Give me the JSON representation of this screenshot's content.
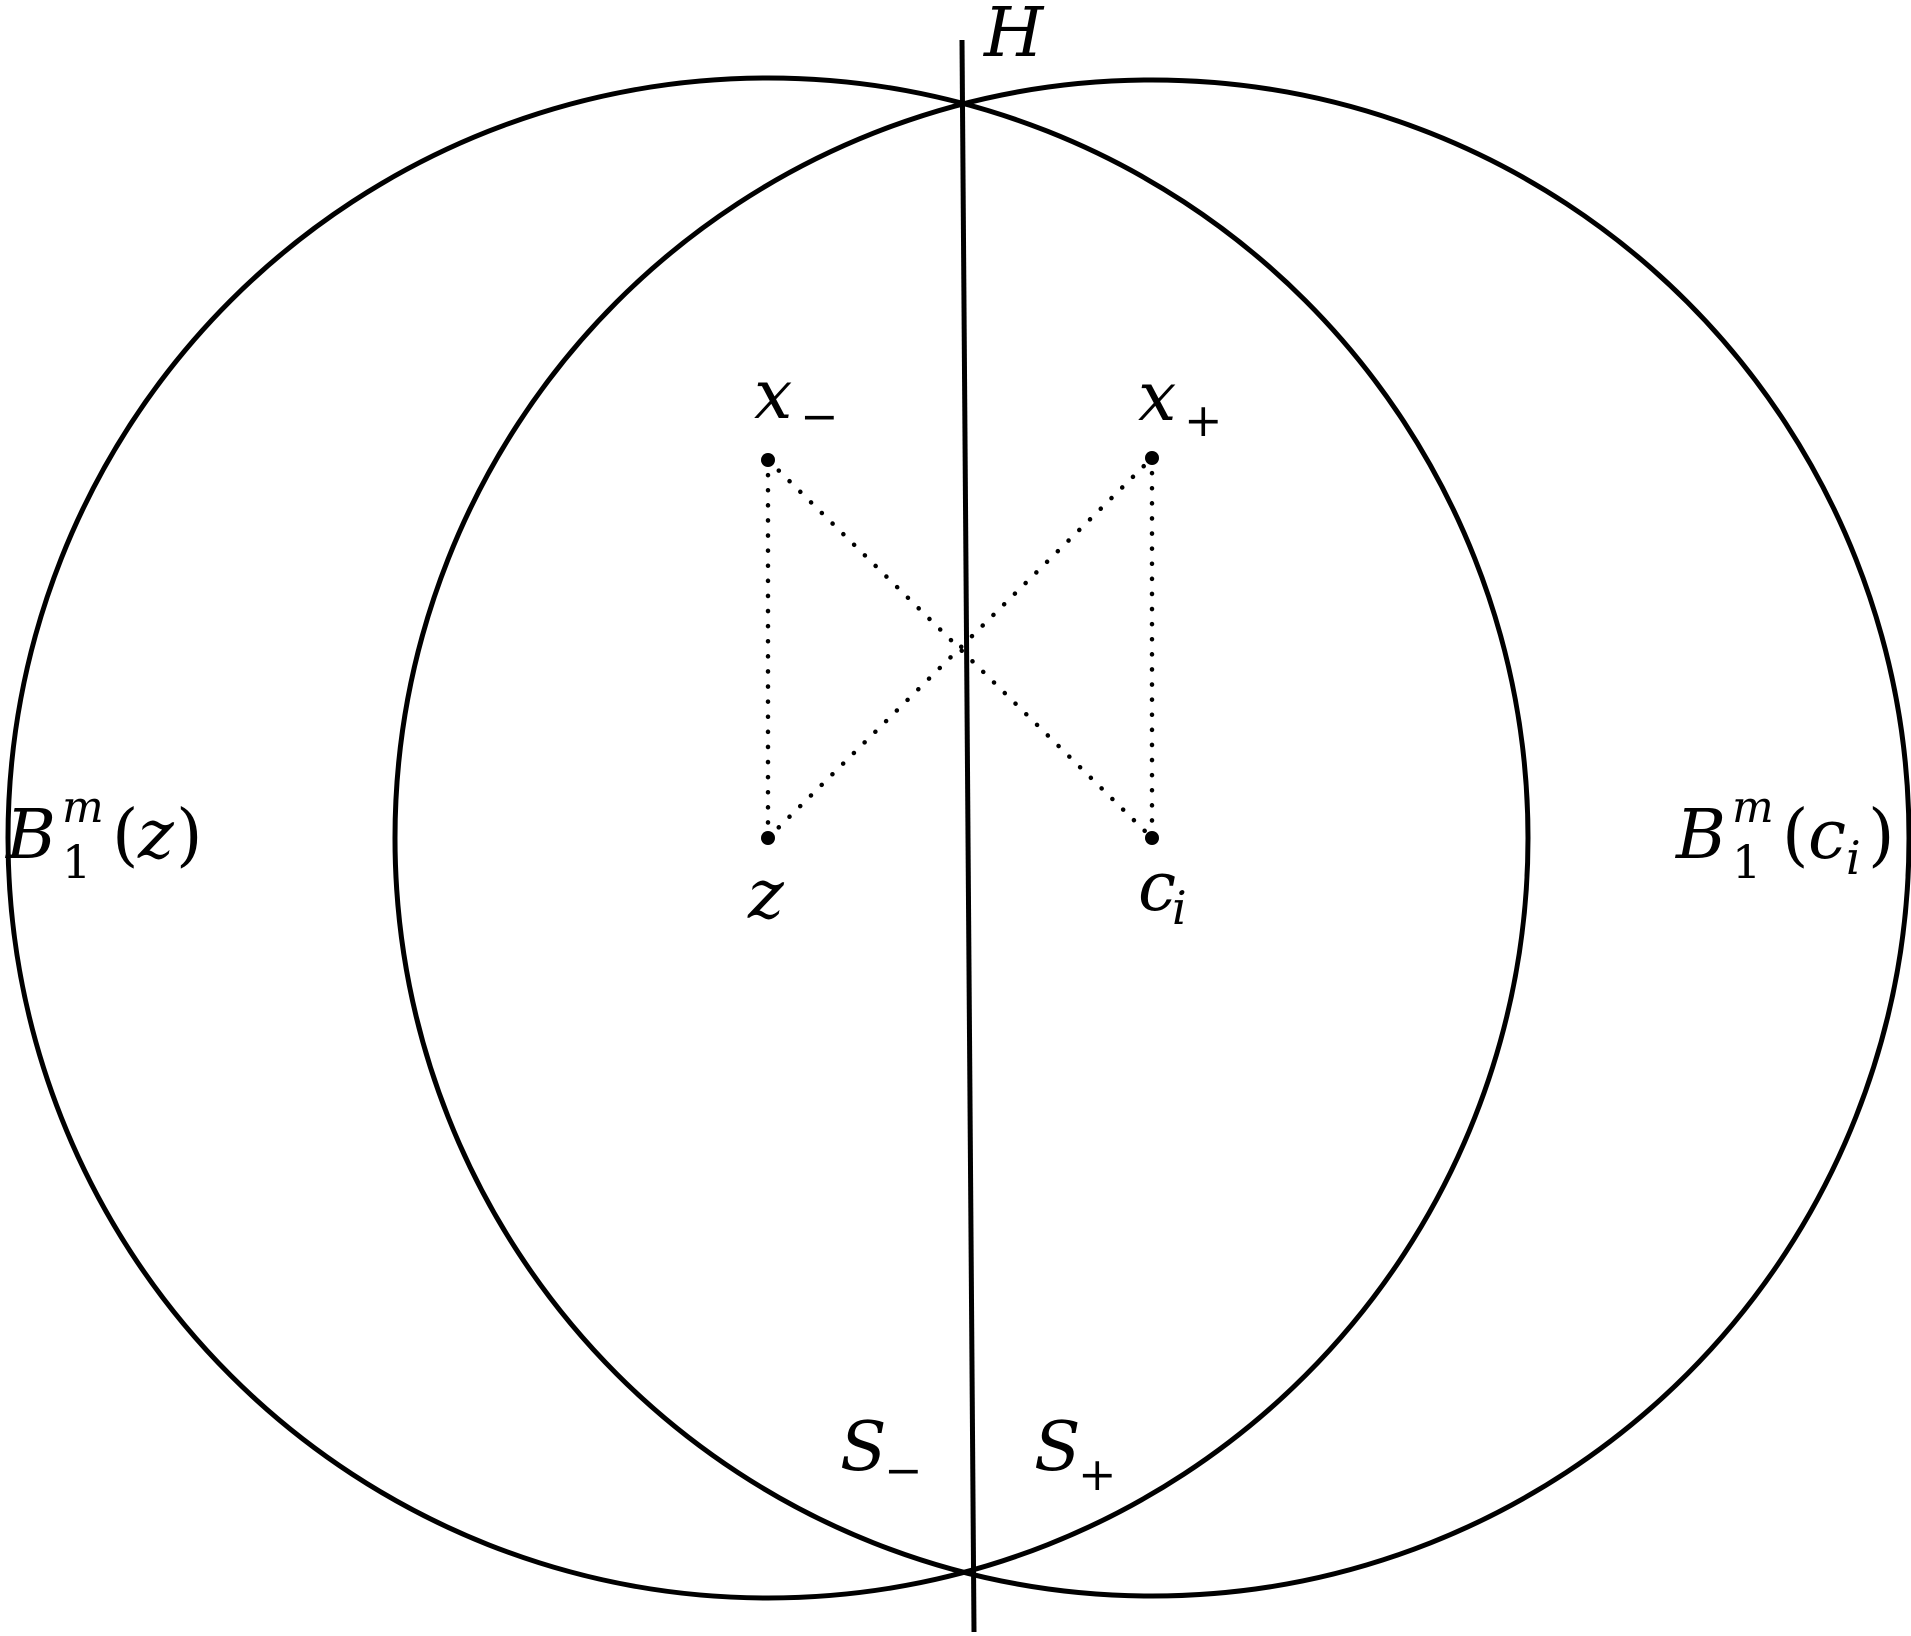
{
  "labels": {
    "hyperplane": "H",
    "x_minus": {
      "base": "x",
      "sub": "−"
    },
    "x_plus": {
      "base": "x",
      "sub": "+"
    },
    "z": "z",
    "c_i": {
      "base": "c",
      "sub": "i"
    },
    "ball_z": {
      "base": "B",
      "sub": "1",
      "sup": "m",
      "arg": "z"
    },
    "ball_ci": {
      "base": "B",
      "sub": "1",
      "sup": "m",
      "arg_base": "c",
      "arg_sub": "i"
    },
    "s_minus": {
      "base": "S",
      "sub": "−"
    },
    "s_plus": {
      "base": "S",
      "sub": "+"
    },
    "open_paren": "(",
    "close_paren": ")"
  },
  "colors": {
    "stroke": "#000000",
    "background": "#ffffff"
  }
}
